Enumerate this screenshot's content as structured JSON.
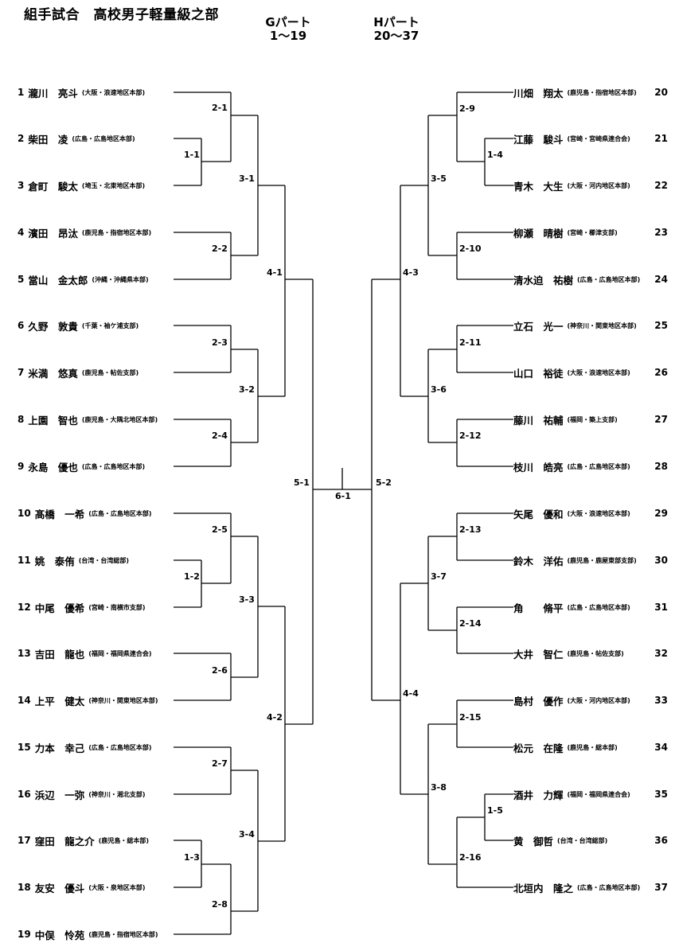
{
  "title": "組手試合　高校男子軽量級之部",
  "parts": [
    {
      "name": "Gパート",
      "range": "1～19"
    },
    {
      "name": "Hパート",
      "range": "20～37"
    }
  ],
  "players_left": [
    {
      "num": "1",
      "name": "瀧川　亮斗",
      "aff": "(大阪・浪速地区本部)"
    },
    {
      "num": "2",
      "name": "柴田　凌",
      "aff": "(広島・広島地区本部)"
    },
    {
      "num": "3",
      "name": "倉町　駿太",
      "aff": "(埼玉・北東地区本部)"
    },
    {
      "num": "4",
      "name": "濱田　昂汰",
      "aff": "(鹿児島・指宿地区本部)"
    },
    {
      "num": "5",
      "name": "當山　金太郎",
      "aff": "(沖縄・沖縄県本部)"
    },
    {
      "num": "6",
      "name": "久野　敦貴",
      "aff": "(千葉・袖ケ浦支部)"
    },
    {
      "num": "7",
      "name": "米満　悠真",
      "aff": "(鹿児島・帖佐支部)"
    },
    {
      "num": "8",
      "name": "上園　智也",
      "aff": "(鹿児島・大隅北地区本部)"
    },
    {
      "num": "9",
      "name": "永島　優也",
      "aff": "(広島・広島地区本部)"
    },
    {
      "num": "10",
      "name": "髙橋　一希",
      "aff": "(広島・広島地区本部)"
    },
    {
      "num": "11",
      "name": "姚　泰侑",
      "aff": "(台湾・台湾総部)"
    },
    {
      "num": "12",
      "name": "中尾　優希",
      "aff": "(宮崎・南横市支部)"
    },
    {
      "num": "13",
      "name": "吉田　龍也",
      "aff": "(福岡・福岡県連合会)"
    },
    {
      "num": "14",
      "name": "上平　健太",
      "aff": "(神奈川・関東地区本部)"
    },
    {
      "num": "15",
      "name": "力本　幸己",
      "aff": "(広島・広島地区本部)"
    },
    {
      "num": "16",
      "name": "浜辺　一弥",
      "aff": "(神奈川・湘北支部)"
    },
    {
      "num": "17",
      "name": "窪田　龍之介",
      "aff": "(鹿児島・総本部)"
    },
    {
      "num": "18",
      "name": "友安　優斗",
      "aff": "(大阪・泉地区本部)"
    },
    {
      "num": "19",
      "name": "中俣　怜苑",
      "aff": "(鹿児島・指宿地区本部)"
    }
  ],
  "players_right": [
    {
      "num": "20",
      "name": "川畑　翔太",
      "aff": "(鹿児島・指宿地区本部)"
    },
    {
      "num": "21",
      "name": "江藤　駿斗",
      "aff": "(宮崎・宮崎県連合会)"
    },
    {
      "num": "22",
      "name": "青木　大生",
      "aff": "(大阪・河内地区本部)"
    },
    {
      "num": "23",
      "name": "柳瀬　晴樹",
      "aff": "(宮崎・櫛津支部)"
    },
    {
      "num": "24",
      "name": "清水迫　祐樹",
      "aff": "(広島・広島地区本部)"
    },
    {
      "num": "25",
      "name": "立石　光一",
      "aff": "(神奈川・関東地区本部)"
    },
    {
      "num": "26",
      "name": "山口　裕徒",
      "aff": "(大阪・浪速地区本部)"
    },
    {
      "num": "27",
      "name": "藤川　祐輔",
      "aff": "(福岡・築上支部)"
    },
    {
      "num": "28",
      "name": "枝川　皓亮",
      "aff": "(広島・広島地区本部)"
    },
    {
      "num": "29",
      "name": "矢尾　優和",
      "aff": "(大阪・浪速地区本部)"
    },
    {
      "num": "30",
      "name": "鈴木　洋佑",
      "aff": "(鹿児島・鹿屋東部支部)"
    },
    {
      "num": "31",
      "name": "角　　脩平",
      "aff": "(広島・広島地区本部)"
    },
    {
      "num": "32",
      "name": "大井　智仁",
      "aff": "(鹿児島・帖佐支部)"
    },
    {
      "num": "33",
      "name": "島村　優作",
      "aff": "(大阪・河内地区本部)"
    },
    {
      "num": "34",
      "name": "松元　在隆",
      "aff": "(鹿児島・総本部)"
    },
    {
      "num": "35",
      "name": "酒井　力輝",
      "aff": "(福岡・福岡県連合会)"
    },
    {
      "num": "36",
      "name": "黄　御哲",
      "aff": "(台湾・台湾総部)"
    },
    {
      "num": "37",
      "name": "北垣内　隆之",
      "aff": "(広島・広島地区本部)"
    }
  ],
  "matches": {
    "m1_1": "1-1",
    "m1_2": "1-2",
    "m1_3": "1-3",
    "m1_4": "1-4",
    "m1_5": "1-5",
    "m2_1": "2-1",
    "m2_2": "2-2",
    "m2_3": "2-3",
    "m2_4": "2-4",
    "m2_5": "2-5",
    "m2_6": "2-6",
    "m2_7": "2-7",
    "m2_8": "2-8",
    "m2_9": "2-9",
    "m2_10": "2-10",
    "m2_11": "2-11",
    "m2_12": "2-12",
    "m2_13": "2-13",
    "m2_14": "2-14",
    "m2_15": "2-15",
    "m2_16": "2-16",
    "m3_1": "3-1",
    "m3_2": "3-2",
    "m3_3": "3-3",
    "m3_4": "3-4",
    "m3_5": "3-5",
    "m3_6": "3-6",
    "m3_7": "3-7",
    "m3_8": "3-8",
    "m4_1": "4-1",
    "m4_2": "4-2",
    "m4_3": "4-3",
    "m4_4": "4-4",
    "m5_1": "5-1",
    "m5_2": "5-2",
    "m6_1": "6-1"
  }
}
